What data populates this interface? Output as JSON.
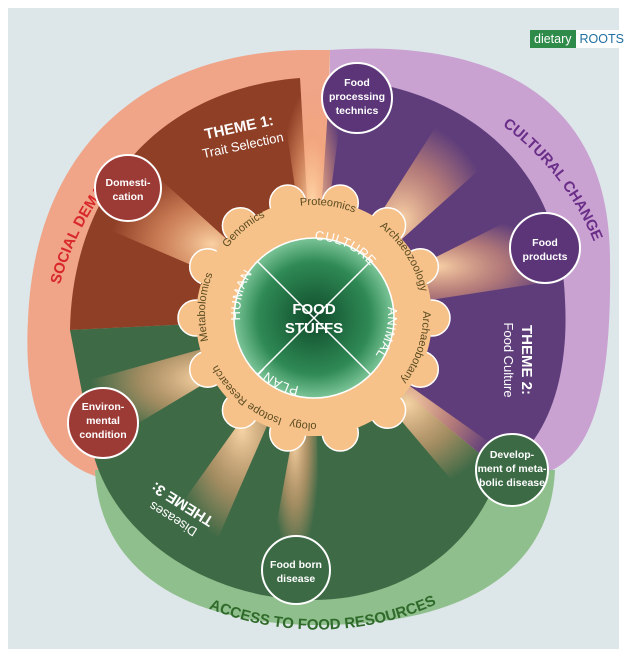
{
  "logo": {
    "part1": "dietary",
    "part2": "ROOTS"
  },
  "center": {
    "line1": "FOOD",
    "line2": "STUFFS"
  },
  "quadrants": [
    "ANIMAL",
    "PLANT",
    "HUMAN",
    "CULTURE"
  ],
  "methods": [
    "Ethnoarchaeology",
    "Isotope Research",
    "Metabolomics",
    "Genomics",
    "Proteomics",
    "Archaeozoology",
    "Archaeobotany"
  ],
  "outer": {
    "social": "SOCIAL DEMANDS",
    "cultural": "CULTURAL CHANGE",
    "access": "ACCESS TO FOOD RESOURCES"
  },
  "themes": {
    "t1": {
      "title": "THEME 1:",
      "sub": "Trait Selection"
    },
    "t2": {
      "title": "THEME 2:",
      "sub": "Food Culture"
    },
    "t3": {
      "title": "THEME 3:",
      "sub": "Diseases"
    }
  },
  "nodes": {
    "domestication": [
      "Domesti-",
      "cation"
    ],
    "processing": [
      "Food",
      "processing",
      "technics"
    ],
    "products": [
      "Food",
      "products"
    ],
    "environment": [
      "Environ-",
      "mental",
      "condition"
    ],
    "metabolic": [
      "Develop-",
      "ment of meta-",
      "bolic disease"
    ],
    "foodborn": [
      "Food born",
      "disease"
    ]
  },
  "colors": {
    "background": "#dde6e8",
    "social": "#f0a488",
    "cultural": "#c9a2d2",
    "access": "#8fbf8c",
    "theme1": "#8f3f26",
    "theme2": "#5e3d7a",
    "theme3": "#3f6a46",
    "ring": "#f6c28a",
    "core": "#2e8b57"
  }
}
